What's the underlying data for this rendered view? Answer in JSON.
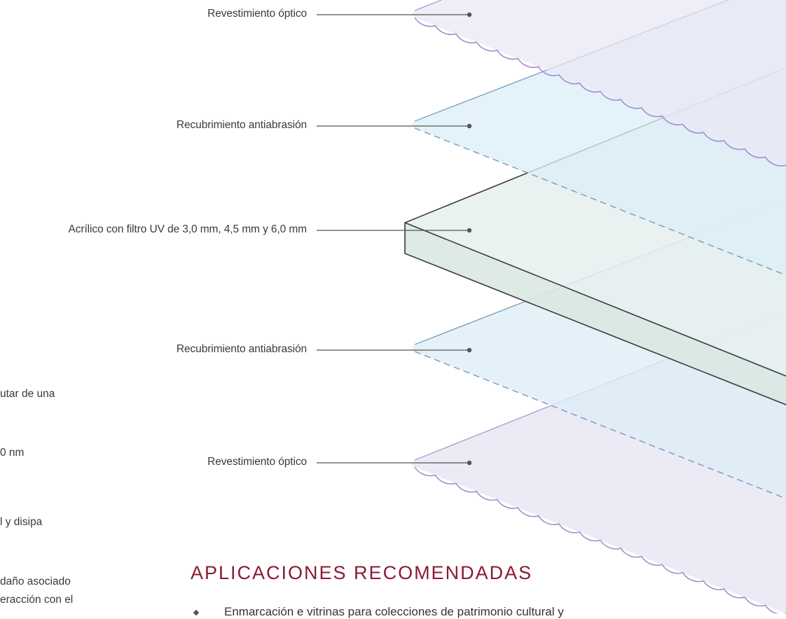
{
  "layer_labels": {
    "top_optical": "Revestimiento óptico",
    "top_abrasion": "Recubrimiento antiabrasión",
    "core": "Acrílico con filtro UV de 3,0 mm, 4,5 mm y 6,0 mm",
    "bottom_abrasion": "Recubrimiento antiabrasión",
    "bottom_optical": "Revestimiento óptico"
  },
  "side_text": {
    "line1": "utar de una",
    "line2": "0 nm",
    "line3": "l y disipa",
    "line4": "daño asociado",
    "line5": "eracción con el"
  },
  "applications": {
    "title": "APLICACIONES RECOMENDADAS",
    "item1": "Enmarcación e vitrinas para colecciones de patrimonio cultural y"
  },
  "colors": {
    "optical_fill": "#e9e8f4",
    "optical_stroke": "#a98bd0",
    "abrasion_fill": "#ddeef7",
    "abrasion_stroke": "#6f93bb",
    "core_fill": "#e6f0ee",
    "core_side_fill": "#d9e8e2",
    "core_stroke": "#3b3b3b",
    "title_color": "#8b1a33"
  }
}
